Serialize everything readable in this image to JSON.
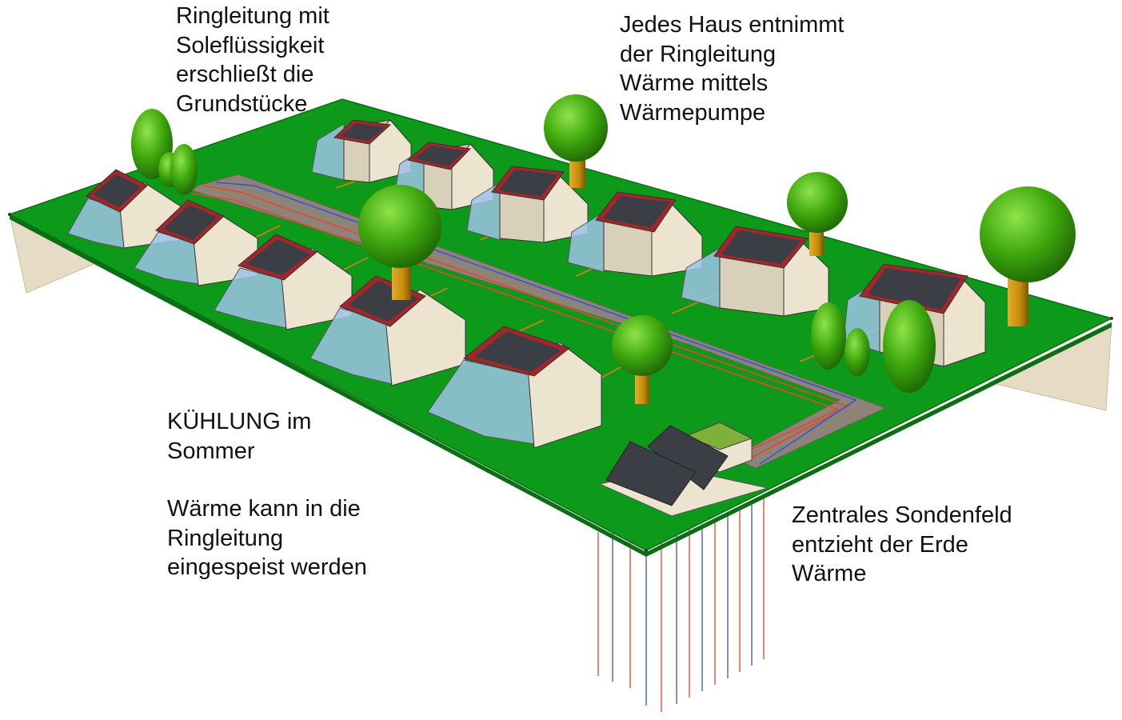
{
  "captions": {
    "ring_loop": [
      "Ringleitung mit",
      "Soleflüssigkeit",
      "erschließt die",
      "Grundstücke"
    ],
    "house_heat_pump": [
      "Jedes Haus entnimmt",
      "der Ringleitung",
      "Wärme mittels",
      "Wärmepumpe"
    ],
    "cooling_title": [
      "KÜHLUNG im",
      "Sommer"
    ],
    "cooling_text": [
      "Wärme kann in die",
      "Ringleitung",
      "eingespeist werden"
    ],
    "probe_field": [
      "Zentrales Sondenfeld",
      "entzieht der Erde",
      "Wärme"
    ]
  },
  "colors": {
    "grass": "#0d9a1a",
    "grass_edge": "#0a6e12",
    "soil": "#e6dcc6",
    "road": "#8d8477",
    "wall_light": "#ece4cf",
    "wall_shade": "#d9d0ba",
    "roof_red": "#a3262b",
    "solar_panel": "#3b3f45",
    "glass": "#9ec3e6",
    "tree_crown": "#3fa80d",
    "tree_trunk": "#c48a0c",
    "pipe_supply": "#e8452c",
    "pipe_return": "#3455d8",
    "branch_pipe": "#e07a1e",
    "service_roof": "#7fb03a"
  }
}
